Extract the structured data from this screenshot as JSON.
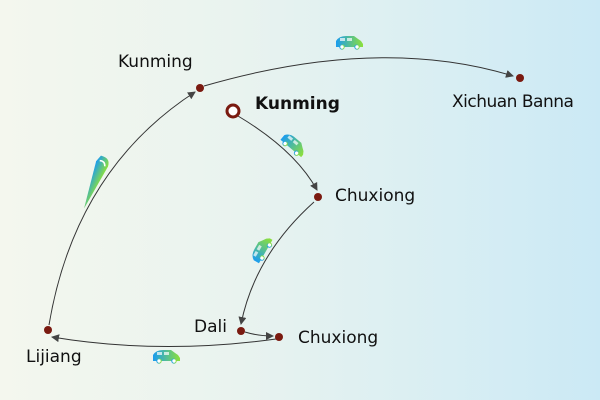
{
  "route": {
    "start": {
      "label": "Kunming"
    },
    "stops": [
      {
        "label": "Chuxiong"
      },
      {
        "label": "Dali"
      },
      {
        "label": "Chuxiong"
      },
      {
        "label": "Lijiang"
      },
      {
        "label": "Kunming"
      },
      {
        "label": "Xichuan Banna"
      }
    ],
    "legs": [
      {
        "from": "Kunming",
        "to": "Chuxiong",
        "mode": "car-icon"
      },
      {
        "from": "Chuxiong",
        "to": "Dali",
        "mode": "car-icon"
      },
      {
        "from": "Dali",
        "to": "Chuxiong",
        "mode": "none"
      },
      {
        "from": "Chuxiong",
        "to": "Lijiang",
        "mode": "car-icon"
      },
      {
        "from": "Lijiang",
        "to": "Kunming",
        "mode": "train-icon"
      },
      {
        "from": "Kunming",
        "to": "Xichuan Banna",
        "mode": "car-icon"
      }
    ]
  },
  "colors": {
    "node": "#7a1a10",
    "line": "#333333",
    "icon_start": "#1a9cf0",
    "icon_end": "#8de03a"
  }
}
